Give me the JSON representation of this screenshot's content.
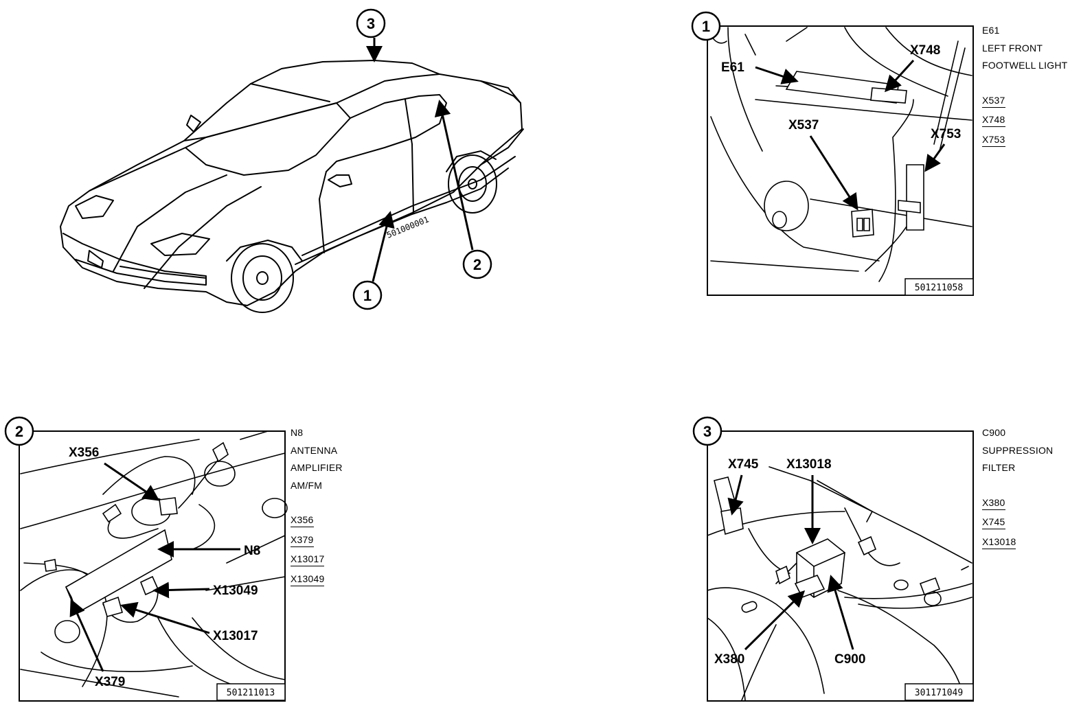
{
  "overview": {
    "code": "501000001",
    "callouts": [
      "1",
      "2",
      "3"
    ]
  },
  "detail1": {
    "number": "1",
    "code": "501211058",
    "labels": {
      "e61": "E61",
      "x748": "X748",
      "x537": "X537",
      "x753": "X753"
    },
    "side": {
      "title": "E61",
      "desc1": "LEFT FRONT",
      "desc2": "FOOTWELL LIGHT",
      "refs": [
        "X537",
        "X748",
        "X753"
      ]
    }
  },
  "detail2": {
    "number": "2",
    "code": "501211013",
    "labels": {
      "x356": "X356",
      "n8": "N8",
      "x13049": "X13049",
      "x13017": "X13017",
      "x379": "X379"
    },
    "side": {
      "title": "N8",
      "desc1": "ANTENNA",
      "desc2": "AMPLIFIER",
      "desc3": "AM/FM",
      "refs": [
        "X356",
        "X379",
        "X13017",
        "X13049"
      ]
    }
  },
  "detail3": {
    "number": "3",
    "code": "301171049",
    "labels": {
      "x745": "X745",
      "x13018": "X13018",
      "x380": "X380",
      "c900": "C900"
    },
    "side": {
      "title": "C900",
      "desc1": "SUPPRESSION",
      "desc2": "FILTER",
      "refs": [
        "X380",
        "X745",
        "X13018"
      ]
    }
  }
}
